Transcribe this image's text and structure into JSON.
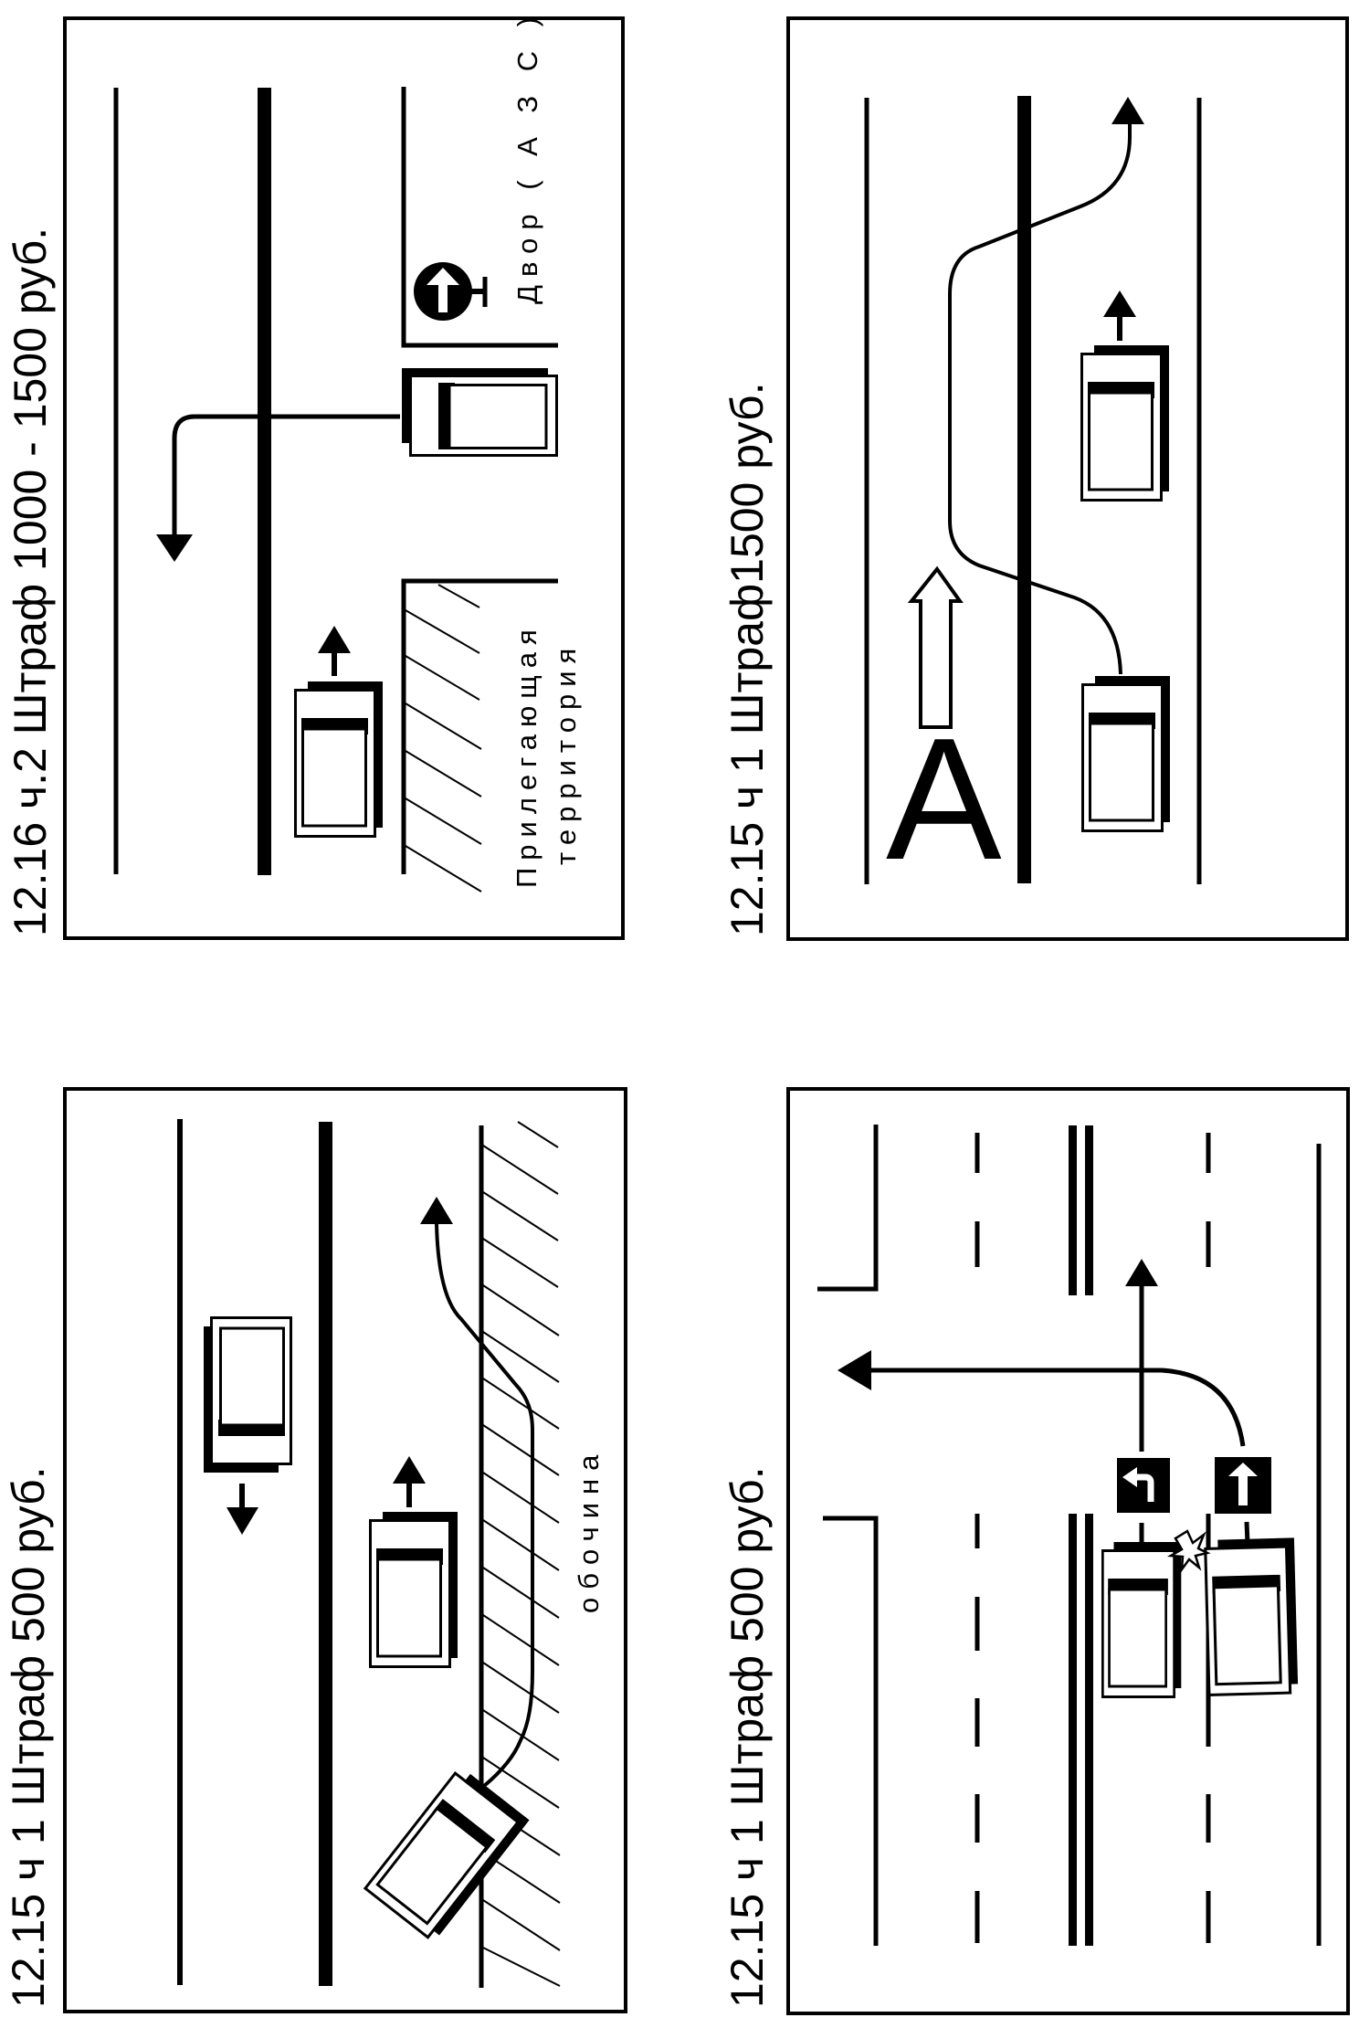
{
  "colors": {
    "ink": "#000000",
    "paper": "#ffffff"
  },
  "panels": [
    {
      "id": "top-left",
      "caption": "12.16 ч.2  Штраф  1000 - 1500 руб.",
      "labels": {
        "yard": "Двор ( А З С )",
        "adjacent_line1": "Прилегающая",
        "adjacent_line2": "территория"
      },
      "icons": [
        "yard-exit-sign-icon",
        "left-turn-path-arrow-icon",
        "car-icon",
        "straight-arrow-icon"
      ]
    },
    {
      "id": "top-right",
      "caption": "12.15 ч 1  Штраф1500 руб.",
      "labels": {
        "letter": "A"
      },
      "icons": [
        "overtake-path-arrow-icon",
        "car-icon",
        "hollow-up-arrow-icon",
        "straight-arrow-icon"
      ]
    },
    {
      "id": "bottom-left",
      "caption": "12.15 ч 1  Штраф  500 руб.",
      "labels": {
        "shoulder": "обочина"
      },
      "icons": [
        "shoulder-pass-path-arrow-icon",
        "car-icon",
        "down-arrow-icon",
        "straight-arrow-icon"
      ]
    },
    {
      "id": "bottom-right",
      "caption": "12.15 ч 1  Штраф  500 руб.",
      "labels": {},
      "icons": [
        "left-turn-lane-sign-icon",
        "straight-lane-sign-icon",
        "collision-icon",
        "car-icon",
        "left-turn-path-arrow-icon",
        "straight-path-arrow-icon"
      ]
    }
  ]
}
